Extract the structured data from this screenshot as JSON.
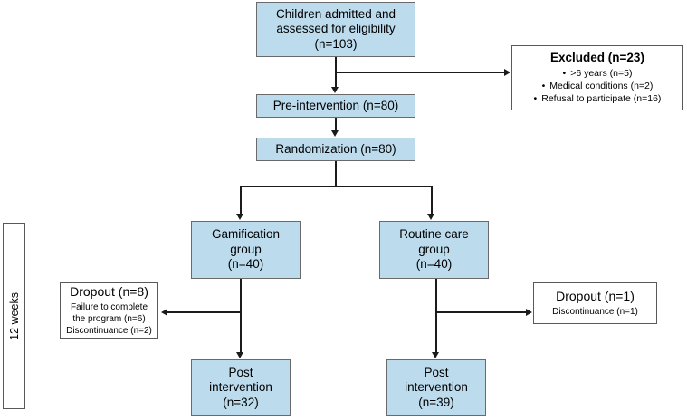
{
  "diagram": {
    "type": "flowchart",
    "title": "CONSORT participant flow diagram",
    "colors": {
      "node_fill": "#bcdcee",
      "node_border": "#6a6a6a",
      "white_node_border": "#595959",
      "connector": "#1b1b1b",
      "background": "#ffffff"
    },
    "timeline": {
      "label": "12 weeks"
    },
    "nodes": {
      "enrollment": {
        "line1": "Children admitted and",
        "line2": "assessed for eligibility",
        "line3": "(n=103)"
      },
      "excluded": {
        "title": "Excluded (n=23)",
        "items": [
          ">6 years (n=5)",
          "Medical conditions (n=2)",
          "Refusal to participate (n=16)"
        ]
      },
      "pre_intervention": {
        "label": "Pre-intervention (n=80)"
      },
      "randomization": {
        "label": "Randomization (n=80)"
      },
      "gamification_group": {
        "line1": "Gamification",
        "line2": "group",
        "line3": "(n=40)"
      },
      "routine_group": {
        "line1": "Routine care",
        "line2": "group",
        "line3": "(n=40)"
      },
      "dropout_left": {
        "title": "Dropout (n=8)",
        "sub1": "Failure to complete",
        "sub2": "the program (n=6)",
        "sub3": "Discontinuance (n=2)"
      },
      "dropout_right": {
        "title": "Dropout (n=1)",
        "sub1": "Discontinuance (n=1)"
      },
      "post_left": {
        "line1": "Post",
        "line2": "intervention",
        "line3": "(n=32)"
      },
      "post_right": {
        "line1": "Post",
        "line2": "intervention",
        "line3": "(n=39)"
      }
    }
  }
}
